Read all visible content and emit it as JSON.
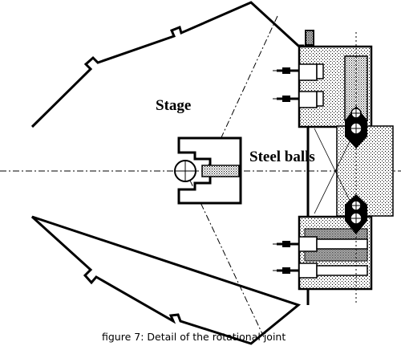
{
  "labels": {
    "stage": "Stage",
    "steel_balls": "Steel balls"
  },
  "caption": "figure 7: Detail of the rotational joint",
  "colors": {
    "ink": "#000000",
    "background": "#ffffff",
    "hatch_light": "#d8d8d8",
    "hatch_dark": "#a0a0a0"
  }
}
